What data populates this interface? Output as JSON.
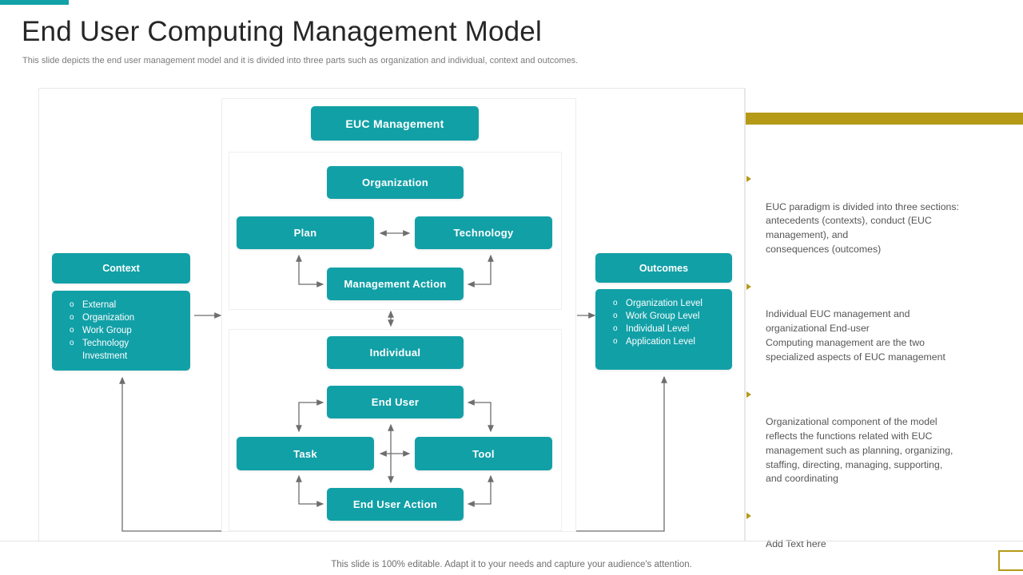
{
  "header": {
    "title": "End User Computing Management Model",
    "subtitle": "This slide depicts the end user management model and it is divided into three parts such as organization and individual, context and outcomes."
  },
  "colors": {
    "teal": "#12a0a7",
    "gold": "#b59a18",
    "text": "#565656",
    "arrow": "#6e6e6e"
  },
  "diagram": {
    "euc_management": "EUC Management",
    "organization_section": {
      "title": "Organization",
      "plan": "Plan",
      "technology": "Technology",
      "management_action": "Management Action"
    },
    "individual_section": {
      "title": "Individual",
      "end_user": "End User",
      "task": "Task",
      "tool": "Tool",
      "end_user_action": "End User Action"
    },
    "context": {
      "header": "Context",
      "items": [
        "External",
        "Organization",
        "Work Group",
        "Technology\nInvestment"
      ]
    },
    "outcomes": {
      "header": "Outcomes",
      "items": [
        "Organization  Level",
        "Work Group Level",
        "Individual  Level",
        "Application Level"
      ]
    },
    "bullet_marker": "o"
  },
  "notes": {
    "bullets": [
      "EUC paradigm is divided  into three sections:\nantecedents (contexts), conduct (EUC\nmanagement), and\nconsequences (outcomes)",
      "Individual  EUC management and\norganizational End-user\nComputing management are the two\nspecialized aspects of EUC  management",
      "Organizational component of the model\nreflects the functions related with EUC\nmanagement such as planning,  organizing,\nstaffing, directing, managing, supporting,\nand coordinating",
      "Add Text here"
    ]
  },
  "footer": {
    "note": "This slide is 100% editable. Adapt it to your needs and capture your audience's attention."
  }
}
